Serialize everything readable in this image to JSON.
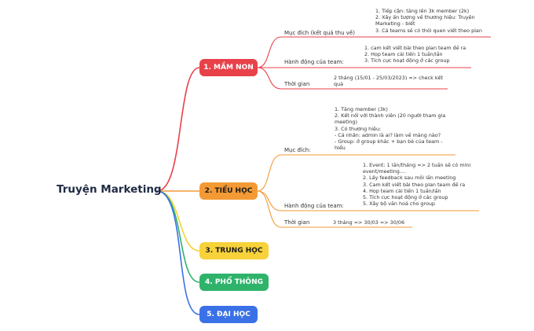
{
  "root": "Truyện Marketing",
  "colors": {
    "red": "#e8414a",
    "orange": "#f39a35",
    "yellow": "#f7d23a",
    "green": "#2fb36b",
    "blue": "#3b71e6"
  },
  "nodes": [
    {
      "label": "1. MẦM NON"
    },
    {
      "label": "2. TIỂU HỌC"
    },
    {
      "label": "3. TRUNG HỌC"
    },
    {
      "label": "4. PHỔ THÔNG"
    },
    {
      "label": "5. ĐẠI HỌC"
    }
  ],
  "mam_non": {
    "muc_dich": {
      "label": "Mục đích (kết quả thu về)",
      "items": [
        "1. Tiếp cận: tăng lên 3k member (2k)",
        "2. Xây ấn tượng về thương hiệu: Truyện",
        "Marketing - biết",
        "3. Cả teams sẽ có thói quen viết theo plan"
      ]
    },
    "hanh_dong": {
      "label": "Hành động của team:",
      "items": [
        "1. cam kết viết bài theo plan team đề ra",
        "2. Họp team cải tiến 1 tuần/lần",
        "3. Tích cực hoạt động ở các group"
      ]
    },
    "thoi_gian": {
      "label": "Thời gian",
      "items": [
        "2 tháng (15/01 - 25/03/2023) => check kết",
        "quả"
      ]
    }
  },
  "tieu_hoc": {
    "muc_dich": {
      "label": "Mục đích:",
      "items": [
        "1. Tăng member (3k)",
        "2. Kết nối với thành viên (20 người tham gia",
        "meeting)",
        "3. Có thương hiệu:",
        "- Cá nhân: admin là ai? làm về mảng nào?",
        "- Group: ở group khác + bạn bè của team -",
        "hiểu"
      ]
    },
    "hanh_dong": {
      "label": "Hành động của team:",
      "items": [
        "1.  Event: 1 lần/tháng => 2 tuần sẽ có mini",
        "event/meeting....",
        "2. Lấy feedback sau mỗi lần meeting",
        "3. Cam kết viết bài theo plan team đề ra",
        "4. Họp team cải tiến 1 tuần/lần",
        "5. Tích cực hoạt động ở các group",
        "5. Xây bộ văn hoá cho group"
      ]
    },
    "thoi_gian": {
      "label": "Thời gian",
      "items": [
        "3 tháng => 30/03 => 30/06"
      ]
    }
  }
}
